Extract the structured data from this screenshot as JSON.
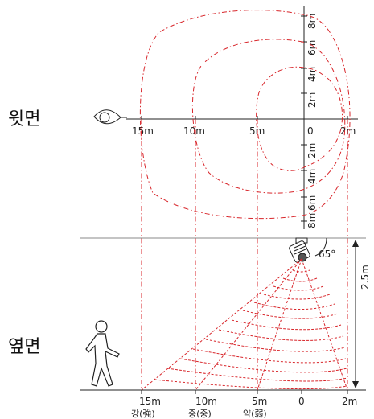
{
  "labels": {
    "top_view": "윗면",
    "side_view": "옆면",
    "angle": "65°",
    "height": "2.5m"
  },
  "top_axis": {
    "x_ticks": [
      "15m",
      "10m",
      "5m",
      "0",
      "2m"
    ],
    "y_ticks_up": [
      "2m",
      "4m",
      "6m",
      "8m"
    ],
    "y_ticks_down": [
      "2m",
      "4m",
      "6m",
      "8m"
    ]
  },
  "side_axis": {
    "ticks": [
      "15m",
      "10m",
      "5m",
      "0",
      "2m"
    ],
    "sensitivity": [
      "강(強)",
      "중(중)",
      "약(弱)"
    ]
  },
  "colors": {
    "detection": "#d8262b",
    "axis": "#222222",
    "structure": "#888888"
  },
  "icons": [
    "eye-icon",
    "sensor-icon",
    "person-icon"
  ]
}
